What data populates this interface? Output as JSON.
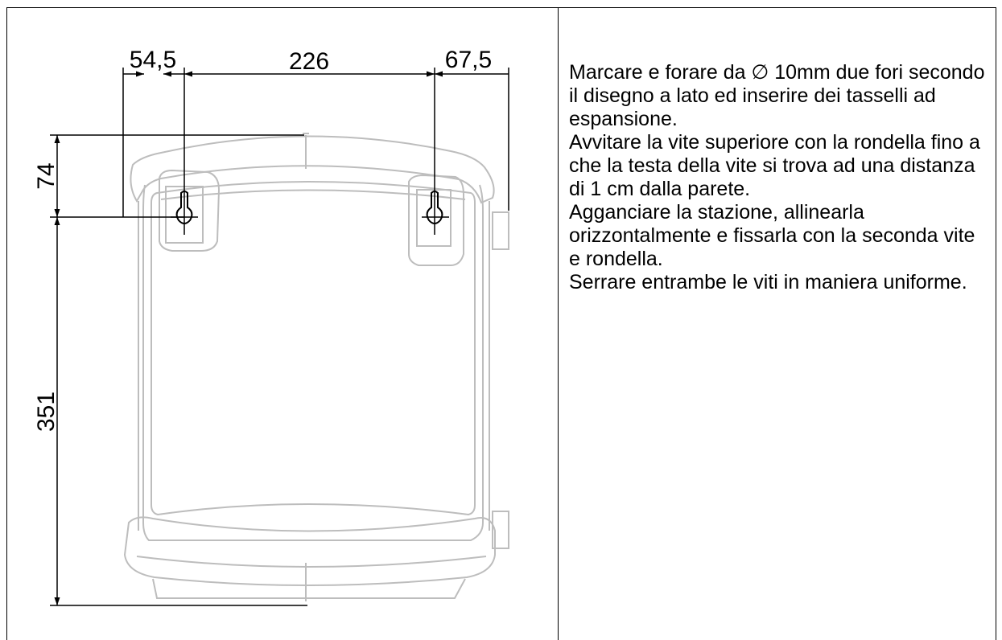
{
  "dimensions": {
    "left_offset": "54,5",
    "hole_spacing": "226",
    "right_offset": "67,5",
    "top_offset": "74",
    "bottom_offset": "351"
  },
  "instructions": [
    "Marcare e forare da ∅ 10mm due fori secondo il disegno a lato ed inserire dei tasselli ad espansione.",
    "Avvitare la vite superiore con la rondella fino a che la testa della vite si trova ad una distanza di 1 cm dalla parete.",
    "Agganciare la stazione, allinearla orizzontalmente e fissarla con la seconda vite e rondella.",
    "Serrare entrambe le viti in maniera uniforme."
  ],
  "colors": {
    "outline": "#bdbdbd",
    "dimension": "#000000"
  }
}
